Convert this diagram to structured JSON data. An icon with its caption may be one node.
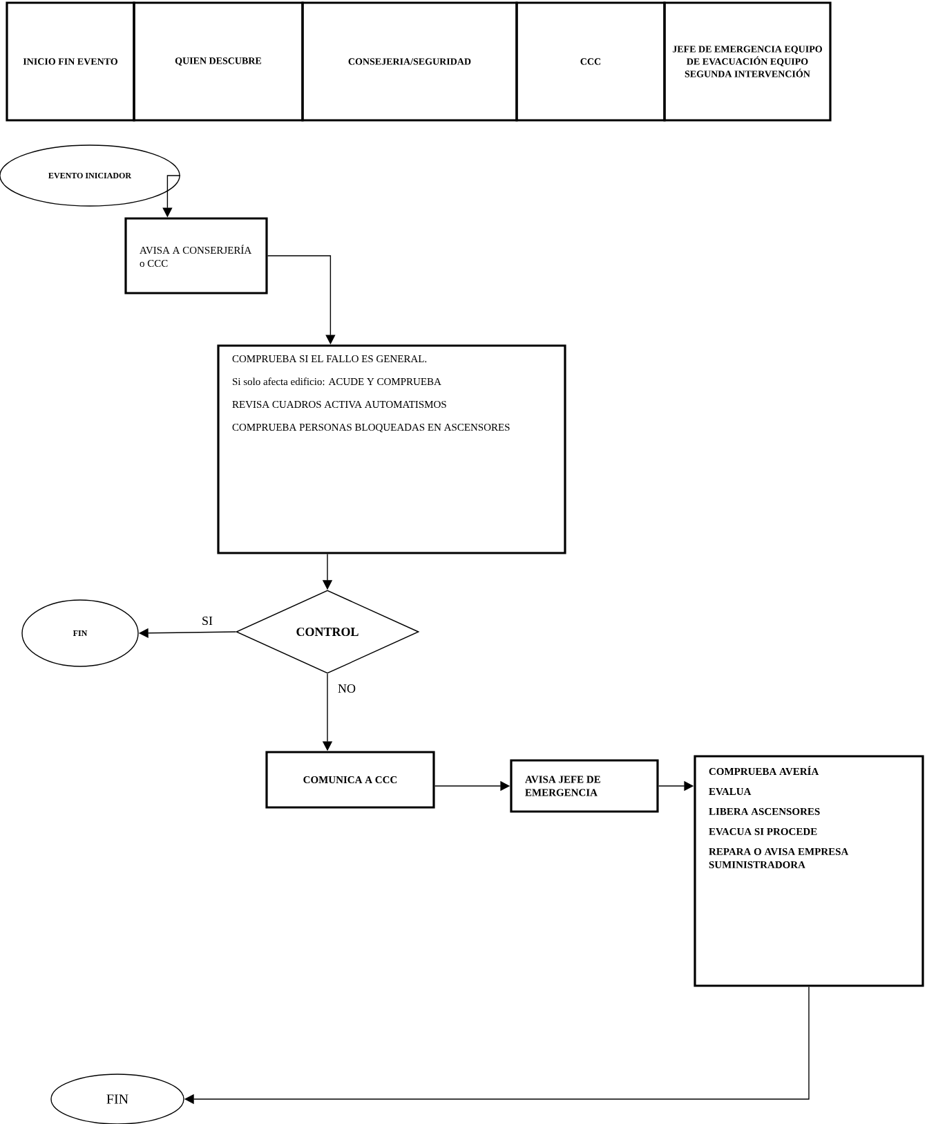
{
  "diagram": {
    "nodes": [
      {
        "text": [
          "EVENTO INICIADOR"
        ]
      },
      {
        "text": [
          "AVISA A CONSERJERÍA o CCC"
        ]
      },
      {
        "text": [
          "COMPRUEBA SI EL FALLO ES GENERAL.",
          "Si solo afecta edificio: ACUDE Y COMPRUEBA",
          "REVISA CUADROS ACTIVA AUTOMATISMOS",
          "COMPRUEBA PERSONAS BLOQUEADAS EN ASCENSORES"
        ]
      },
      {
        "text": [
          "CONTROL"
        ]
      },
      {
        "text": [
          "FIN"
        ]
      },
      {
        "text": [
          "COMUNICA A CCC"
        ]
      },
      {
        "text": [
          "AVISA JEFE DE EMERGENCIA"
        ]
      },
      {
        "text": [
          "COMPRUEBA AVERÍA",
          "EVALUA",
          "LIBERA ASCENSORES",
          "EVACUA SI PROCEDE",
          "REPARA O AVISA EMPRESA SUMINISTRADORA"
        ]
      },
      {
        "text": [
          "FIN"
        ]
      }
    ],
    "edges": [
      {
        "from": 0,
        "to": 1,
        "arrow": "to"
      },
      {
        "from": 1,
        "to": 2,
        "arrow": "to"
      },
      {
        "from": 2,
        "to": 3,
        "arrow": "to"
      },
      {
        "from": 3,
        "to": 4,
        "arrow": "to",
        "label": "SI"
      },
      {
        "from": 3,
        "to": 5,
        "arrow": "to",
        "label": "NO"
      },
      {
        "from": 5,
        "to": 6,
        "arrow": "to"
      },
      {
        "from": 6,
        "to": 7,
        "arrow": "to"
      },
      {
        "from": 7,
        "to": 8,
        "arrow": "to"
      }
    ],
    "labels": [
      "INICIO FIN EVENTO",
      "QUIEN DESCUBRE",
      "CONSEJERIA/SEGURIDAD",
      "CCC",
      "JEFE DE EMERGENCIA EQUIPO DE EVACUACIÓN EQUIPO SEGUNDA INTERVENCIÓN"
    ]
  }
}
